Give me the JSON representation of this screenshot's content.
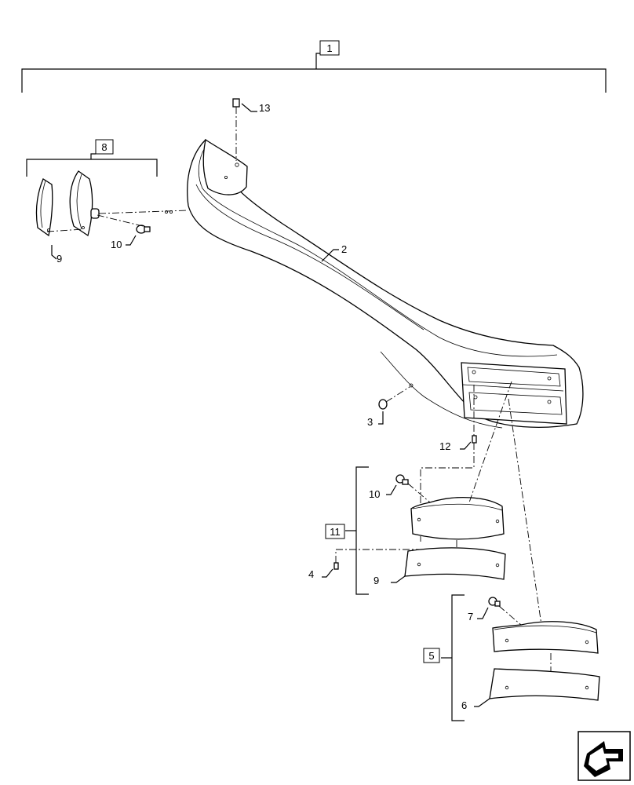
{
  "callouts": {
    "c1": "1",
    "c2": "2",
    "c3": "3",
    "c4": "4",
    "c5": "5",
    "c6": "6",
    "c7": "7",
    "c8": "8",
    "c9_left": "9",
    "c9_mid": "9",
    "c10_left": "10",
    "c10_mid": "10",
    "c11": "11",
    "c12": "12",
    "c13": "13"
  },
  "icons": {
    "nav": "next-page-arrow-icon"
  },
  "colors": {
    "line": "#000000",
    "background": "#ffffff"
  }
}
